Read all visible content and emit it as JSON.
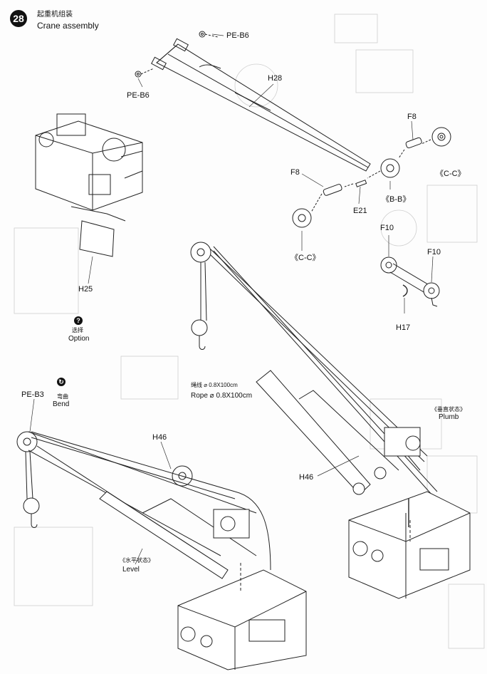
{
  "step": {
    "number": "28",
    "title_cn": "起重机组装",
    "title_en": "Crane assembly"
  },
  "parts": {
    "pe_b6_top": "PE-B6",
    "pe_b6_left": "PE-B6",
    "h28": "H28",
    "f8_right": "F8",
    "f8_left": "F8",
    "cc_top": "《C-C》",
    "bb": "《B-B》",
    "e21": "E21",
    "cc_left": "《C-C》",
    "f10_top": "F10",
    "f10_right": "F10",
    "h17": "H17",
    "h25": "H25",
    "pe_b3": "PE-B3",
    "h46_left": "H46",
    "h46_right": "H46"
  },
  "notes": {
    "option_cn": "选择",
    "option_en": "Option",
    "option_icon": "?",
    "bend_cn": "弯曲",
    "bend_en": "Bend",
    "rope_cn": "绳线 ⌀ 0.8X100cm",
    "rope_en": "Rope ⌀ 0.8X100cm",
    "plumb_cn": "《垂直状态》",
    "plumb_en": "Plumb",
    "level_cn": "《水平状态》",
    "level_en": "Level"
  }
}
